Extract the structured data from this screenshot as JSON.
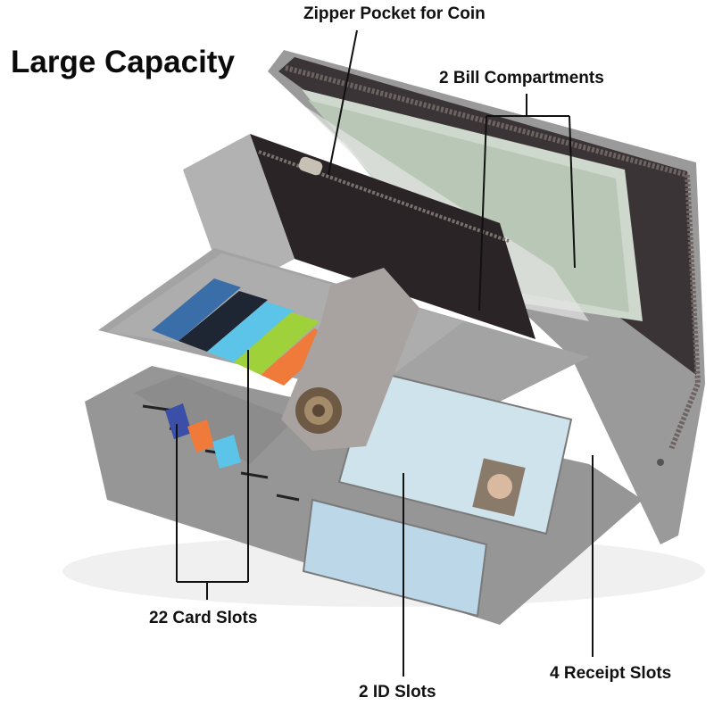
{
  "headline": "Large Capacity",
  "callouts": {
    "zipper_pocket": "Zipper Pocket for Coin",
    "bill_compartments": "2 Bill Compartments",
    "card_slots": "22 Card Slots",
    "id_slots": "2 ID Slots",
    "receipt_slots": "4 Receipt Slots"
  },
  "colors": {
    "leather": "#a3a3a3",
    "leather_dark": "#7c7c7c",
    "lining": "#2f2a2c",
    "leader_line": "#111111",
    "text": "#111111"
  }
}
